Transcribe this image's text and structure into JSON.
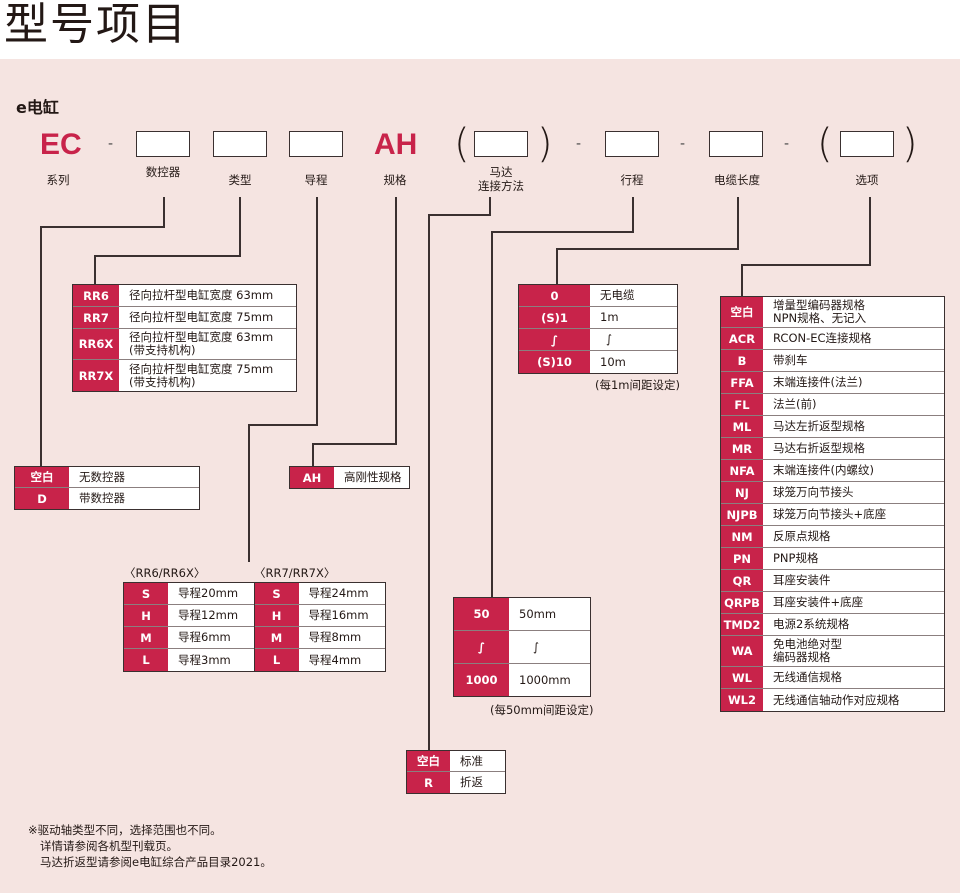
{
  "page_title": "型号项目",
  "section_title": "e电缸",
  "model_code": {
    "series_code": "EC",
    "spec_code": "AH",
    "separator": "-",
    "labels": {
      "series": "系列",
      "controller": "数控器",
      "type": "类型",
      "lead": "导程",
      "spec": "规格",
      "motor_connect_line1": "马达",
      "motor_connect_line2": "连接方法",
      "stroke": "行程",
      "cable_length": "电缆长度",
      "options": "选项"
    }
  },
  "type_table": [
    {
      "code": "RR6",
      "desc": "径向拉杆型电缸宽度 63mm",
      "desc2": ""
    },
    {
      "code": "RR7",
      "desc": "径向拉杆型电缸宽度 75mm",
      "desc2": ""
    },
    {
      "code": "RR6X",
      "desc": "径向拉杆型电缸宽度 63mm",
      "desc2": "(带支持机构)"
    },
    {
      "code": "RR7X",
      "desc": "径向拉杆型电缸宽度 75mm",
      "desc2": "(带支持机构)"
    }
  ],
  "controller_table": [
    {
      "code": "空白",
      "desc": "无数控器"
    },
    {
      "code": "D",
      "desc": "带数控器"
    }
  ],
  "spec_table": [
    {
      "code": "AH",
      "desc": "高刚性规格"
    }
  ],
  "lead_tables": {
    "rr6_caption": "〈RR6/RR6X〉",
    "rr7_caption": "〈RR7/RR7X〉",
    "rr6": [
      {
        "code": "S",
        "desc": "导程20mm"
      },
      {
        "code": "H",
        "desc": "导程12mm"
      },
      {
        "code": "M",
        "desc": "导程6mm"
      },
      {
        "code": "L",
        "desc": "导程3mm"
      }
    ],
    "rr7": [
      {
        "code": "S",
        "desc": "导程24mm"
      },
      {
        "code": "H",
        "desc": "导程16mm"
      },
      {
        "code": "M",
        "desc": "导程8mm"
      },
      {
        "code": "L",
        "desc": "导程4mm"
      }
    ]
  },
  "cable_table": {
    "rows": [
      {
        "code": "0",
        "desc": "无电缆"
      },
      {
        "code": "(S)1",
        "desc": "1m"
      },
      {
        "code": "∫",
        "desc": "∫"
      },
      {
        "code": "(S)10",
        "desc": "10m"
      }
    ],
    "note": "(每1m间距设定)"
  },
  "stroke_table": {
    "rows": [
      {
        "code": "50",
        "desc": "50mm"
      },
      {
        "code": "∫",
        "desc": "∫"
      },
      {
        "code": "1000",
        "desc": "1000mm"
      }
    ],
    "note": "(每50mm间距设定)"
  },
  "motor_table": [
    {
      "code": "空白",
      "desc": "标准"
    },
    {
      "code": "R",
      "desc": "折返"
    }
  ],
  "options_table": [
    {
      "code": "空白",
      "desc": "增量型编码器规格",
      "desc2": "NPN规格、无记入"
    },
    {
      "code": "ACR",
      "desc": "RCON-EC连接规格",
      "desc2": ""
    },
    {
      "code": "B",
      "desc": "带刹车",
      "desc2": ""
    },
    {
      "code": "FFA",
      "desc": "末端连接件(法兰)",
      "desc2": ""
    },
    {
      "code": "FL",
      "desc": "法兰(前)",
      "desc2": ""
    },
    {
      "code": "ML",
      "desc": "马达左折返型规格",
      "desc2": ""
    },
    {
      "code": "MR",
      "desc": "马达右折返型规格",
      "desc2": ""
    },
    {
      "code": "NFA",
      "desc": "末端连接件(内螺纹)",
      "desc2": ""
    },
    {
      "code": "NJ",
      "desc": "球笼万向节接头",
      "desc2": ""
    },
    {
      "code": "NJPB",
      "desc": "球笼万向节接头+底座",
      "desc2": ""
    },
    {
      "code": "NM",
      "desc": "反原点规格",
      "desc2": ""
    },
    {
      "code": "PN",
      "desc": "PNP规格",
      "desc2": ""
    },
    {
      "code": "QR",
      "desc": "耳座安装件",
      "desc2": ""
    },
    {
      "code": "QRPB",
      "desc": "耳座安装件+底座",
      "desc2": ""
    },
    {
      "code": "TMD2",
      "desc": "电源2系统规格",
      "desc2": ""
    },
    {
      "code": "WA",
      "desc": "免电池绝对型",
      "desc2": "编码器规格"
    },
    {
      "code": "WL",
      "desc": "无线通信规格",
      "desc2": ""
    },
    {
      "code": "WL2",
      "desc": "无线通信轴动作对应规格",
      "desc2": ""
    }
  ],
  "footnotes": [
    "※驱动轴类型不同，选择范围也不同。",
    "详情请参阅各机型刊载页。",
    "马达折返型请参阅e电缸综合产品目录2021。"
  ],
  "colors": {
    "accent": "#c8234a",
    "panel_bg": "#f5e4e1",
    "line": "#3a3030"
  }
}
